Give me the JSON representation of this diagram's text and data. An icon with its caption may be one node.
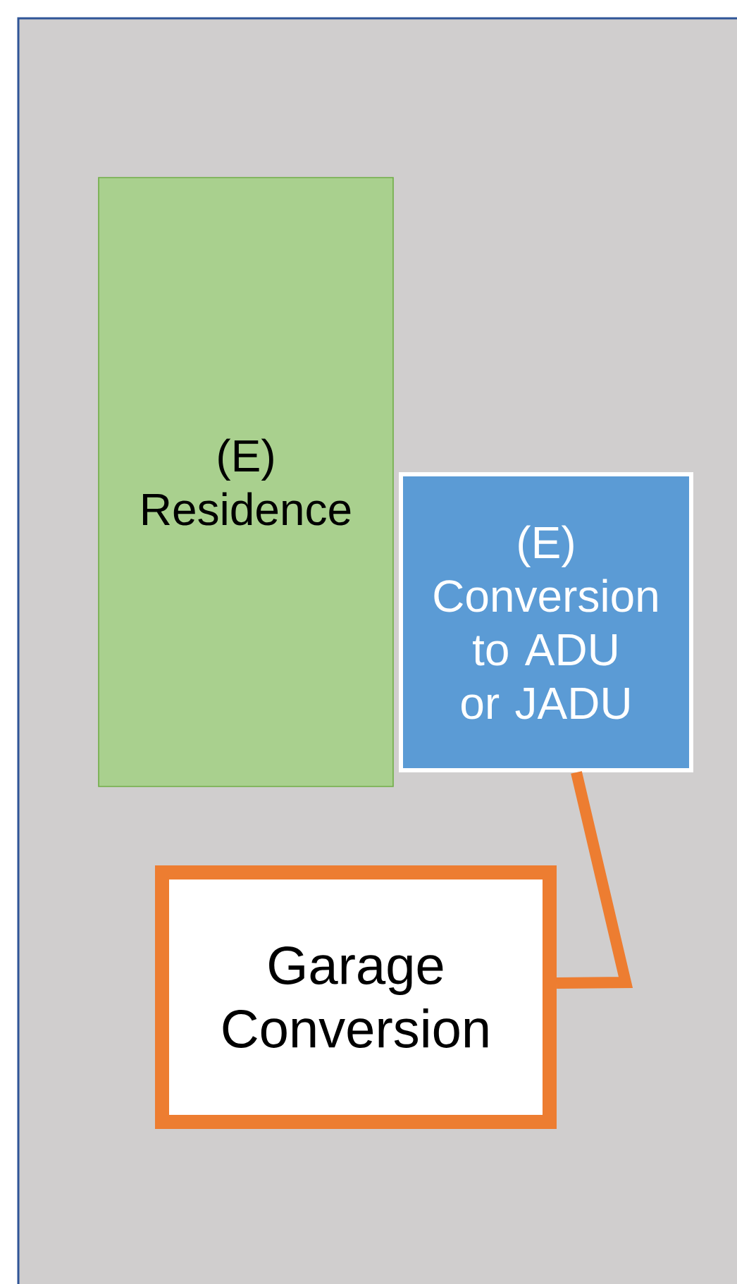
{
  "diagram": {
    "nodes": [
      {
        "text": [
          "(E) Residence"
        ]
      },
      {
        "text": [
          "(E) Conversion to ADU or JADU"
        ]
      },
      {
        "text": [
          "Garage Conversion"
        ]
      }
    ],
    "edges": [
      {
        "from": 2,
        "to": 1,
        "arrow": "none",
        "color": "#ed7d31"
      }
    ]
  }
}
